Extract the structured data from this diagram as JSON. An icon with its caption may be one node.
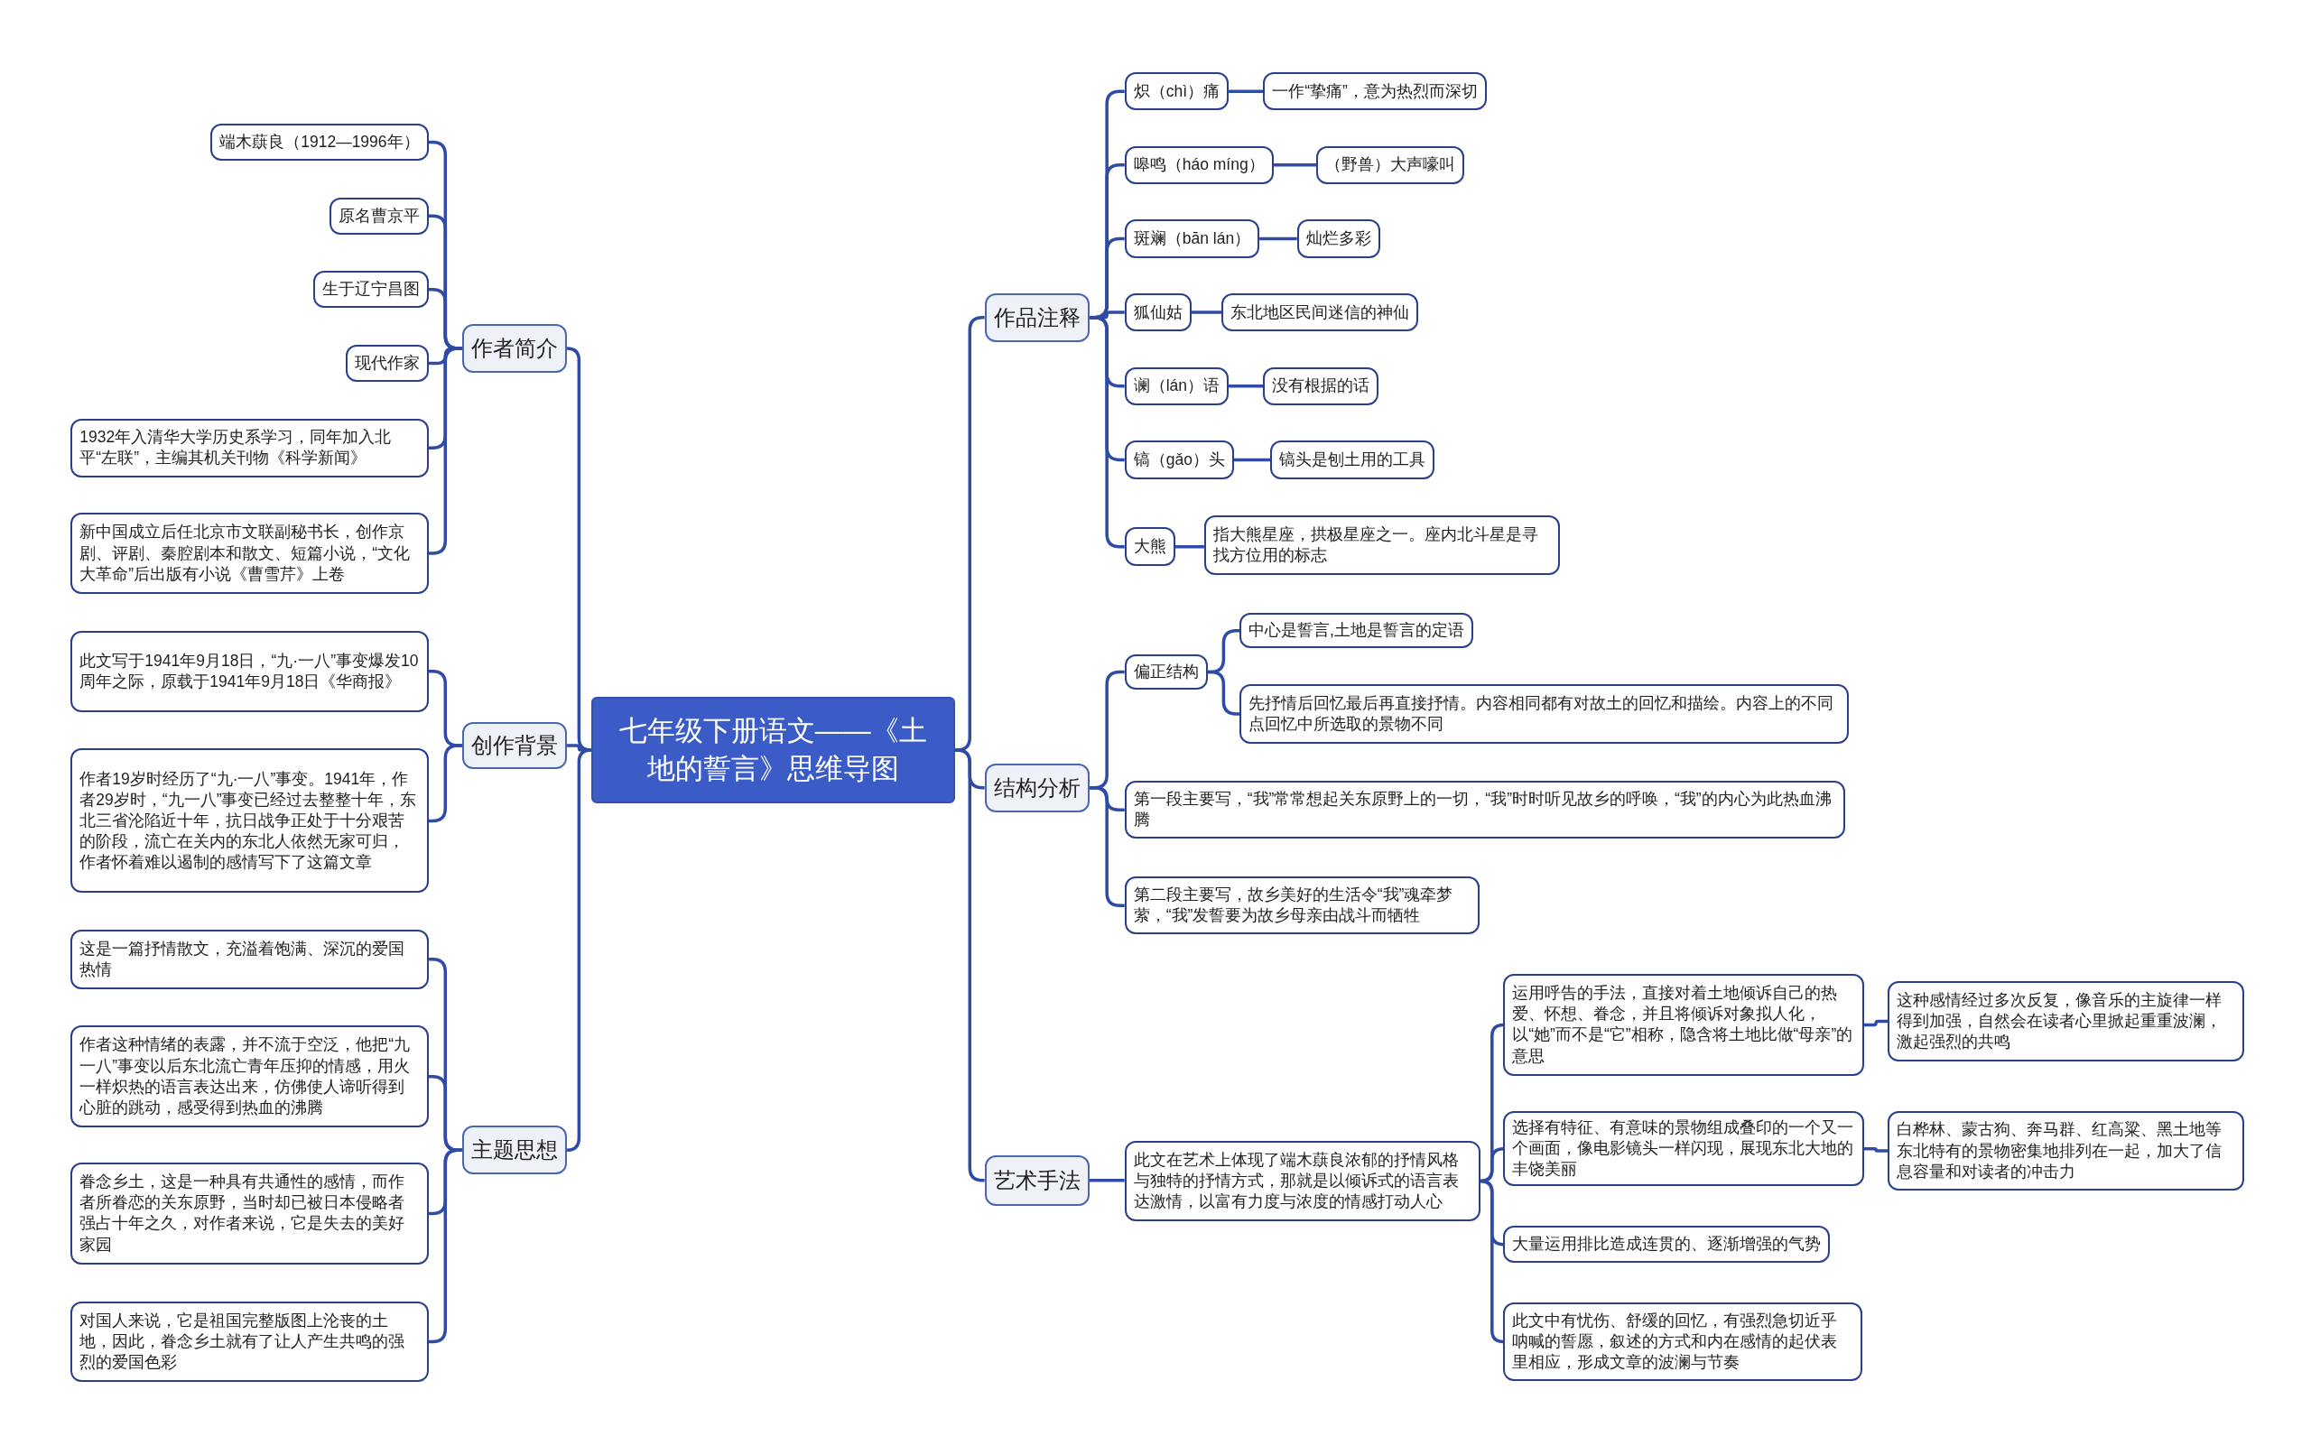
{
  "diagram": {
    "nodes": [
      {
        "text": [
          "七年级下册语文——《土地的誓言》思维导图"
        ]
      },
      {
        "text": [
          "作者简介"
        ]
      },
      {
        "text": [
          "端木蕻良（1912—1996年）"
        ]
      },
      {
        "text": [
          "原名曹京平"
        ]
      },
      {
        "text": [
          "生于辽宁昌图"
        ]
      },
      {
        "text": [
          "现代作家"
        ]
      },
      {
        "text": [
          "1932年入清华大学历史系学习，同年加入北平“左联”，主编其机关刊物《科学新闻》"
        ]
      },
      {
        "text": [
          "新中国成立后任北京市文联副秘书长，创作京剧、评剧、秦腔剧本和散文、短篇小说，“文化大革命”后出版有小说《曹雪芹》上卷"
        ]
      },
      {
        "text": [
          "创作背景"
        ]
      },
      {
        "text": [
          "此文写于1941年9月18日，“九·一八”事变爆发10周年之际，原载于1941年9月18日《华商报》"
        ]
      },
      {
        "text": [
          "作者19岁时经历了“九·一八”事变。1941年，作者29岁时，“九一八”事变已经过去整整十年，东北三省沦陷近十年，抗日战争正处于十分艰苦的阶段，流亡在关内的东北人依然无家可归，作者怀着难以遏制的感情写下了这篇文章"
        ]
      },
      {
        "text": [
          "主题思想"
        ]
      },
      {
        "text": [
          "这是一篇抒情散文，充溢着饱满、深沉的爱国热情"
        ]
      },
      {
        "text": [
          "作者这种情绪的表露，并不流于空泛，他把“九一八”事变以后东北流亡青年压抑的情感，用火一样炽热的语言表达出来，仿佛使人谛听得到心脏的跳动，感受得到热血的沸腾"
        ]
      },
      {
        "text": [
          "眷念乡土，这是一种具有共通性的感情，而作者所眷恋的关东原野，当时却已被日本侵略者强占十年之久，对作者来说，它是失去的美好家园"
        ]
      },
      {
        "text": [
          "对国人来说，它是祖国完整版图上沦丧的土地，因此，眷念乡土就有了让人产生共鸣的强烈的爱国色彩"
        ]
      },
      {
        "text": [
          "作品注释"
        ]
      },
      {
        "text": [
          "炽（chì）痛"
        ]
      },
      {
        "text": [
          "一作“挚痛”，意为热烈而深切"
        ]
      },
      {
        "text": [
          "嗥鸣（háo míng）"
        ]
      },
      {
        "text": [
          "（野兽）大声嚎叫"
        ]
      },
      {
        "text": [
          "斑斓（bān lán）"
        ]
      },
      {
        "text": [
          "灿烂多彩"
        ]
      },
      {
        "text": [
          "狐仙姑"
        ]
      },
      {
        "text": [
          "东北地区民间迷信的神仙"
        ]
      },
      {
        "text": [
          "谰（lán）语"
        ]
      },
      {
        "text": [
          "没有根据的话"
        ]
      },
      {
        "text": [
          "镐（gǎo）头"
        ]
      },
      {
        "text": [
          "镐头是刨土用的工具"
        ]
      },
      {
        "text": [
          "大熊"
        ]
      },
      {
        "text": [
          "指大熊星座，拱极星座之一。座内北斗星是寻找方位用的标志"
        ]
      },
      {
        "text": [
          "结构分析"
        ]
      },
      {
        "text": [
          "偏正结构"
        ]
      },
      {
        "text": [
          "中心是誓言,土地是誓言的定语"
        ]
      },
      {
        "text": [
          "先抒情后回忆最后再直接抒情。内容相同都有对故土的回忆和描绘。内容上的不同点回忆中所选取的景物不同"
        ]
      },
      {
        "text": [
          "第一段主要写，“我”常常想起关东原野上的一切，“我”时时听见故乡的呼唤，“我”的内心为此热血沸腾"
        ]
      },
      {
        "text": [
          "第二段主要写，故乡美好的生活令“我”魂牵梦萦，“我”发誓要为故乡母亲由战斗而牺牲"
        ]
      },
      {
        "text": [
          "艺术手法"
        ]
      },
      {
        "text": [
          "此文在艺术上体现了端木蕻良浓郁的抒情风格与独特的抒情方式，那就是以倾诉式的语言表达激情，以富有力度与浓度的情感打动人心"
        ]
      },
      {
        "text": [
          "运用呼告的手法，直接对着土地倾诉自己的热爱、怀想、眷念，并且将倾诉对象拟人化，以“她”而不是“它”相称，隐含将土地比做“母亲”的意思"
        ]
      },
      {
        "text": [
          "这种感情经过多次反复，像音乐的主旋律一样得到加强，自然会在读者心里掀起重重波澜，激起强烈的共鸣"
        ]
      },
      {
        "text": [
          "选择有特征、有意味的景物组成叠印的一个又一个画面，像电影镜头一样闪现，展现东北大地的丰饶美丽"
        ]
      },
      {
        "text": [
          "白桦林、蒙古狗、奔马群、红高粱、黑土地等东北特有的景物密集地排列在一起，加大了信息容量和对读者的冲击力"
        ]
      },
      {
        "text": [
          "大量运用排比造成连贯的、逐渐增强的气势"
        ]
      },
      {
        "text": [
          "此文中有忧伤、舒缓的回忆，有强烈急切近乎呐喊的誓愿，叙述的方式和内在感情的起伏表里相应，形成文章的波澜与节奏"
        ]
      }
    ],
    "edges": [
      {
        "from": 0,
        "to": 1,
        "arrow": "none"
      },
      {
        "from": 1,
        "to": 2,
        "arrow": "none"
      },
      {
        "from": 1,
        "to": 3,
        "arrow": "none"
      },
      {
        "from": 1,
        "to": 4,
        "arrow": "none"
      },
      {
        "from": 1,
        "to": 5,
        "arrow": "none"
      },
      {
        "from": 1,
        "to": 6,
        "arrow": "none"
      },
      {
        "from": 1,
        "to": 7,
        "arrow": "none"
      },
      {
        "from": 0,
        "to": 8,
        "arrow": "none"
      },
      {
        "from": 8,
        "to": 9,
        "arrow": "none"
      },
      {
        "from": 8,
        "to": 10,
        "arrow": "none"
      },
      {
        "from": 0,
        "to": 11,
        "arrow": "none"
      },
      {
        "from": 11,
        "to": 12,
        "arrow": "none"
      },
      {
        "from": 11,
        "to": 13,
        "arrow": "none"
      },
      {
        "from": 11,
        "to": 14,
        "arrow": "none"
      },
      {
        "from": 11,
        "to": 15,
        "arrow": "none"
      },
      {
        "from": 0,
        "to": 16,
        "arrow": "none"
      },
      {
        "from": 16,
        "to": 17,
        "arrow": "none"
      },
      {
        "from": 17,
        "to": 18,
        "arrow": "none"
      },
      {
        "from": 16,
        "to": 19,
        "arrow": "none"
      },
      {
        "from": 19,
        "to": 20,
        "arrow": "none"
      },
      {
        "from": 16,
        "to": 21,
        "arrow": "none"
      },
      {
        "from": 21,
        "to": 22,
        "arrow": "none"
      },
      {
        "from": 16,
        "to": 23,
        "arrow": "none"
      },
      {
        "from": 23,
        "to": 24,
        "arrow": "none"
      },
      {
        "from": 16,
        "to": 25,
        "arrow": "none"
      },
      {
        "from": 25,
        "to": 26,
        "arrow": "none"
      },
      {
        "from": 16,
        "to": 27,
        "arrow": "none"
      },
      {
        "from": 27,
        "to": 28,
        "arrow": "none"
      },
      {
        "from": 16,
        "to": 29,
        "arrow": "none"
      },
      {
        "from": 29,
        "to": 30,
        "arrow": "none"
      },
      {
        "from": 0,
        "to": 31,
        "arrow": "none"
      },
      {
        "from": 31,
        "to": 32,
        "arrow": "none"
      },
      {
        "from": 32,
        "to": 33,
        "arrow": "none"
      },
      {
        "from": 32,
        "to": 34,
        "arrow": "none"
      },
      {
        "from": 31,
        "to": 35,
        "arrow": "none"
      },
      {
        "from": 31,
        "to": 36,
        "arrow": "none"
      },
      {
        "from": 0,
        "to": 37,
        "arrow": "none"
      },
      {
        "from": 37,
        "to": 38,
        "arrow": "none"
      },
      {
        "from": 38,
        "to": 39,
        "arrow": "none"
      },
      {
        "from": 39,
        "to": 40,
        "arrow": "none"
      },
      {
        "from": 38,
        "to": 41,
        "arrow": "none"
      },
      {
        "from": 41,
        "to": 42,
        "arrow": "none"
      },
      {
        "from": 38,
        "to": 43,
        "arrow": "none"
      },
      {
        "from": 38,
        "to": 44,
        "arrow": "none"
      }
    ]
  }
}
